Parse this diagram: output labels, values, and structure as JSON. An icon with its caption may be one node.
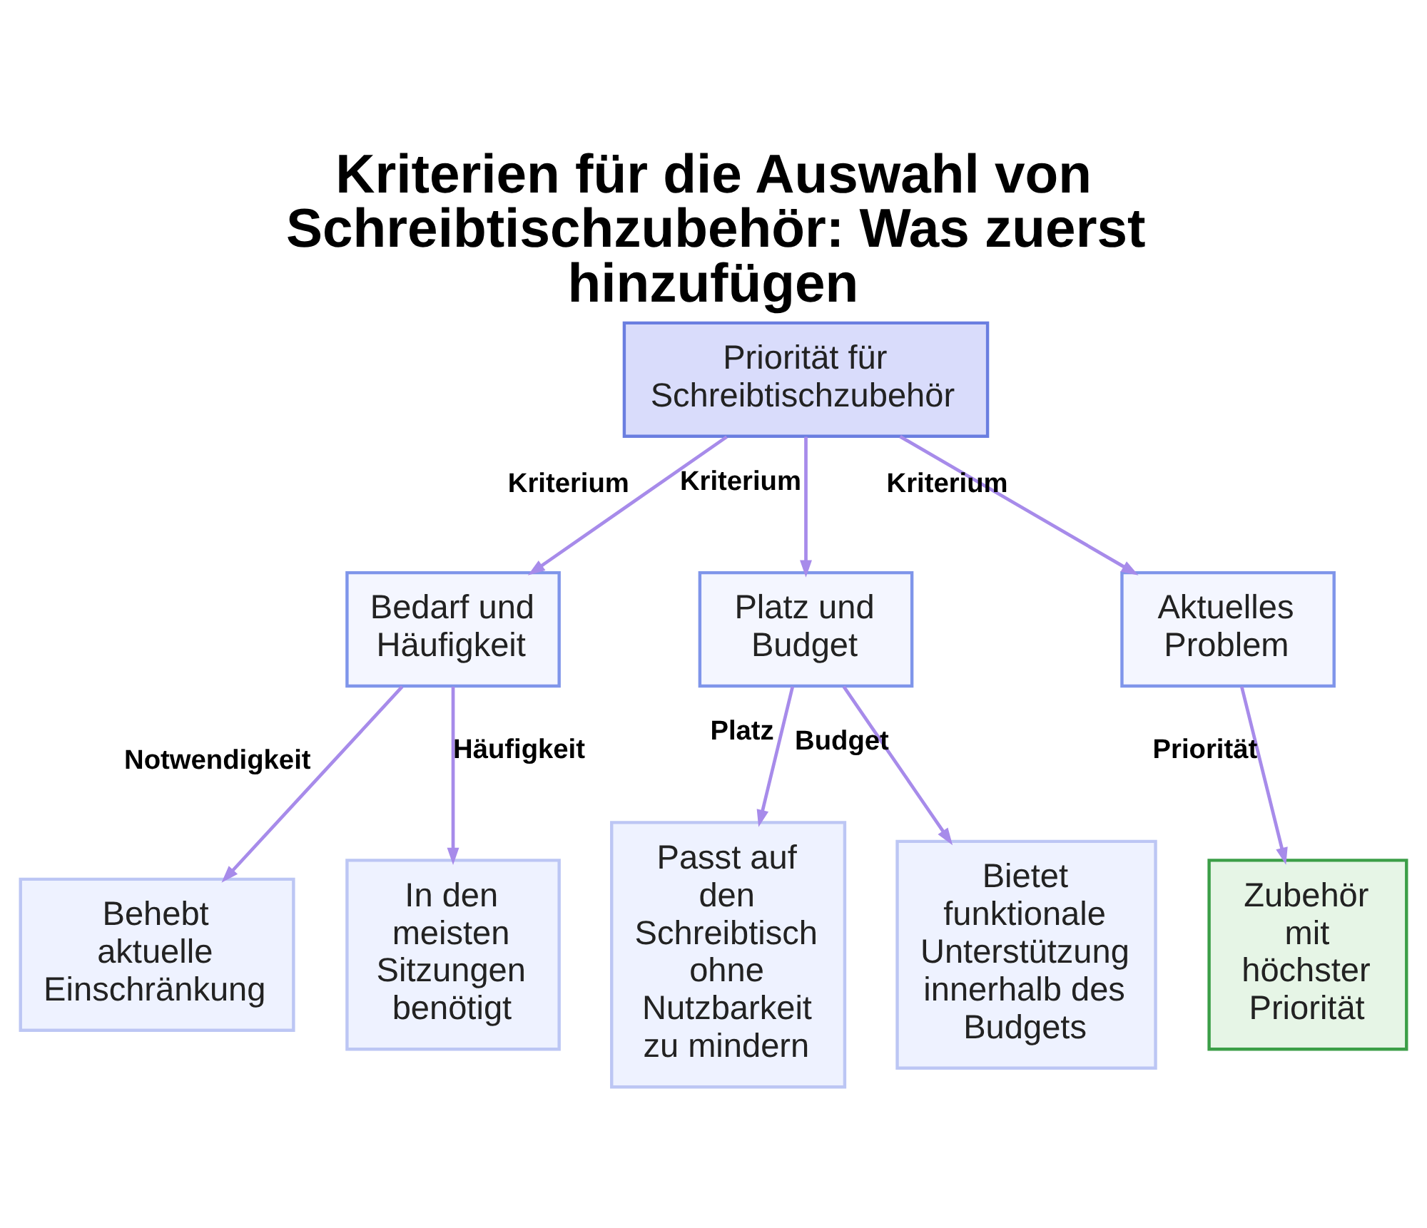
{
  "diagram": {
    "title": "Kriterien für die Auswahl von Schreibtischzubehör: Was zuerst hinzufügen",
    "nodes": [
      {
        "text": [
          "Priorität für Schreibtischzubehör"
        ]
      },
      {
        "text": [
          "Bedarf und Häufigkeit"
        ]
      },
      {
        "text": [
          "Platz und Budget"
        ]
      },
      {
        "text": [
          "Aktuelles Problem"
        ]
      },
      {
        "text": [
          "Behebt aktuelle Einschränkung"
        ]
      },
      {
        "text": [
          "In den meisten Sitzungen benötigt"
        ]
      },
      {
        "text": [
          "Passt auf den Schreibtisch ohne Nutzbarkeit zu mindern"
        ]
      },
      {
        "text": [
          "Bietet funktionale Unterstützung innerhalb des Budgets"
        ]
      },
      {
        "text": [
          "Zubehör mit höchster Priorität"
        ]
      }
    ],
    "edges": [
      {
        "from": 0,
        "to": 1,
        "arrow": "to",
        "label": "Kriterium"
      },
      {
        "from": 0,
        "to": 2,
        "arrow": "to",
        "label": "Kriterium"
      },
      {
        "from": 0,
        "to": 3,
        "arrow": "to",
        "label": "Kriterium"
      },
      {
        "from": 1,
        "to": 4,
        "arrow": "to",
        "label": "Notwendigkeit"
      },
      {
        "from": 1,
        "to": 5,
        "arrow": "to",
        "label": "Häufigkeit"
      },
      {
        "from": 2,
        "to": 6,
        "arrow": "to",
        "label": "Platz"
      },
      {
        "from": 2,
        "to": 7,
        "arrow": "to",
        "label": "Budget"
      },
      {
        "from": 3,
        "to": 8,
        "arrow": "to",
        "label": "Priorität"
      }
    ]
  }
}
